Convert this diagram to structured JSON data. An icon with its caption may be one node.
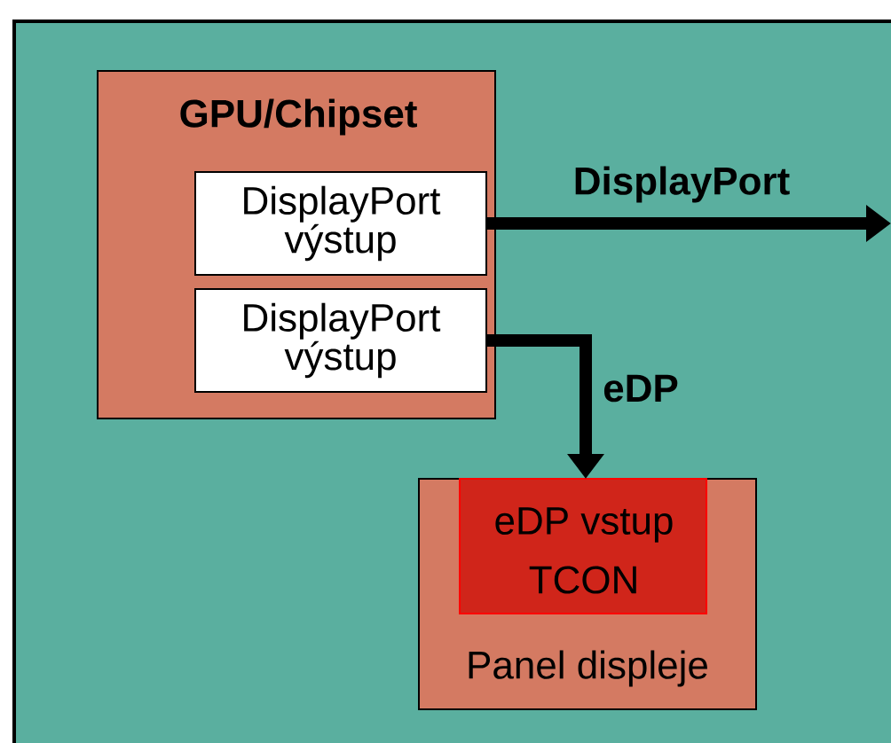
{
  "diagram": {
    "nodes": [
      {
        "text": [],
        "shape": "box"
      },
      {
        "text": [
          "GPU/Chipset"
        ],
        "in": 0
      },
      {
        "text": [
          "DisplayPort výstup"
        ],
        "in": 1
      },
      {
        "text": [
          "DisplayPort výstup"
        ],
        "in": 1
      },
      {
        "text": [
          "Panel displeje"
        ],
        "in": 0
      },
      {
        "text": [
          "eDP vstup",
          "TCON"
        ],
        "in": 4
      }
    ],
    "edges": [
      {
        "from": 2,
        "to": null,
        "arrow": "to",
        "label": "DisplayPort"
      },
      {
        "from": 3,
        "to": 4,
        "arrow": "to",
        "label": "eDP"
      }
    ]
  }
}
